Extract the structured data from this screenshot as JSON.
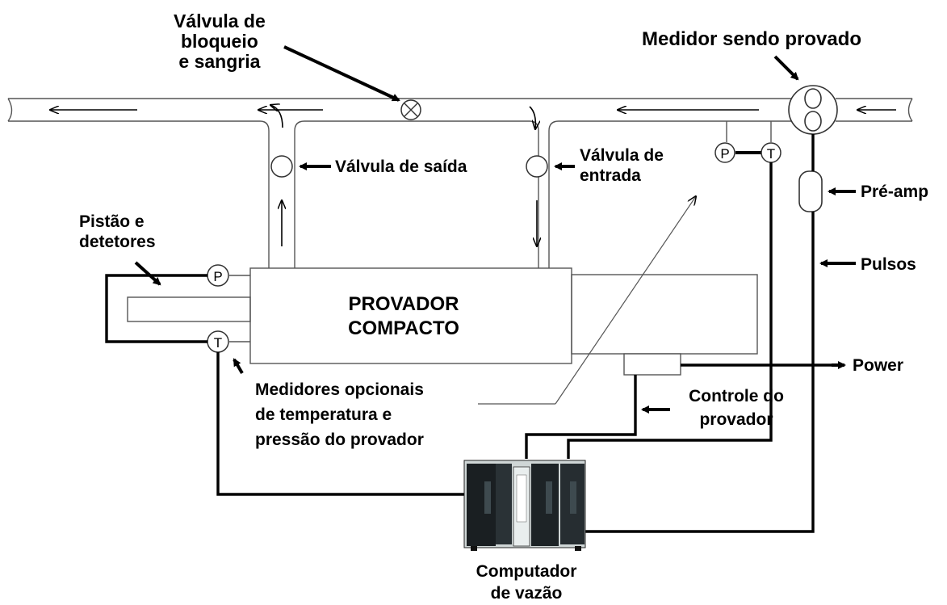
{
  "labels": {
    "valvula_bloqueio": [
      "Válvula de",
      "bloqueio",
      "e sangria"
    ],
    "medidor": "Medidor sendo provado",
    "valvula_saida": "Válvula de saída",
    "valvula_entrada": [
      "Válvula de",
      "entrada"
    ],
    "pistao": [
      "Pistão e",
      "detetores"
    ],
    "pre_amp": "Pré-amp",
    "pulsos": "Pulsos",
    "provador": [
      "PROVADOR",
      "COMPACTO"
    ],
    "power": "Power",
    "medidores_opcionais": [
      "Medidores opcionais",
      "de temperatura e",
      "pressão do provador"
    ],
    "controle": [
      "Controle do",
      "provador"
    ],
    "computador": [
      "Computador",
      "de vazão"
    ]
  },
  "gauges": {
    "pressure": "P",
    "temperature": "T"
  }
}
